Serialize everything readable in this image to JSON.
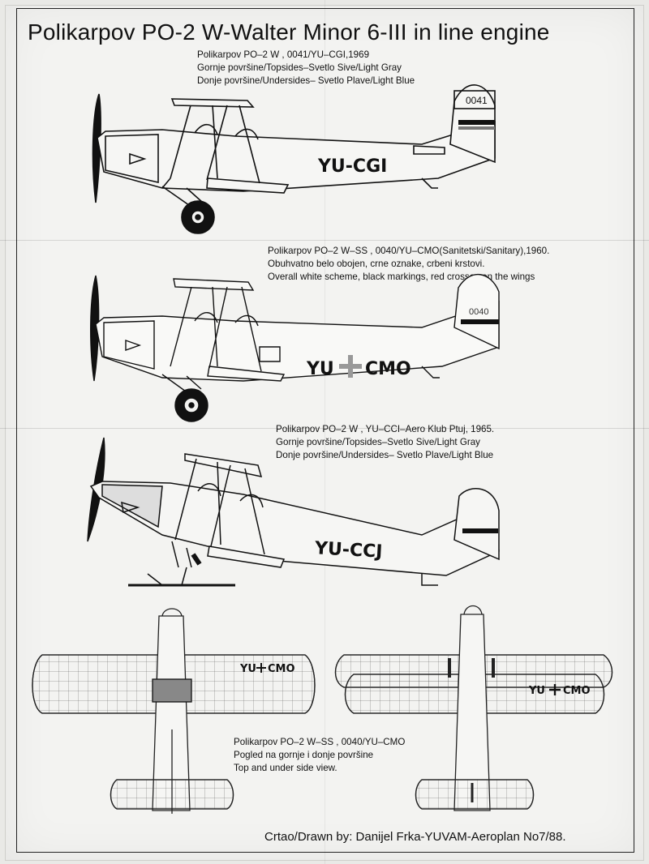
{
  "title": "Polikarpov PO-2 W-Walter Minor 6-III in line engine",
  "aircraft": [
    {
      "lines": [
        "Polikarpov PO–2 W , 0041/YU–CGI,1969",
        "Gornje površine/Topsides–Svetlo Sive/Light Gray",
        "Donje površine/Undersides– Svetlo Plave/Light Blue"
      ],
      "registration": "YU-CGI",
      "tail_number": "0041"
    },
    {
      "lines": [
        "Polikarpov PO–2 W–SS , 0040/YU–CMO(Sanitetski/Sanitary),1960.",
        "Obuhvatno belo obojen, crne oznake, crbeni krstovi.",
        "Overall white scheme, black markings, red crosses on the wings"
      ],
      "registration_prefix": "YU",
      "registration_suffix": "CMO",
      "tail_number": "0040"
    },
    {
      "lines": [
        "Polikarpov PO–2 W , YU–CCI–Aero Klub Ptuj, 1965.",
        "Gornje površine/Topsides–Svetlo Sive/Light Gray",
        "Donje površine/Undersides– Svetlo Plave/Light Blue"
      ],
      "registration": "YU-CCJ"
    },
    {
      "lines": [
        "Polikarpov PO–2 W–SS , 0040/YU–CMO",
        "Pogled na gornje i donje površine",
        "Top and under side view."
      ],
      "wing_prefix": "YU",
      "wing_suffix": "CMO"
    }
  ],
  "credit": "Crtao/Drawn by: Danijel Frka-YUVAM-Aeroplan No7/88.",
  "colors": {
    "ink": "#111111",
    "paper": "#f3f3f1",
    "scan_background": "#e9e9e6"
  }
}
